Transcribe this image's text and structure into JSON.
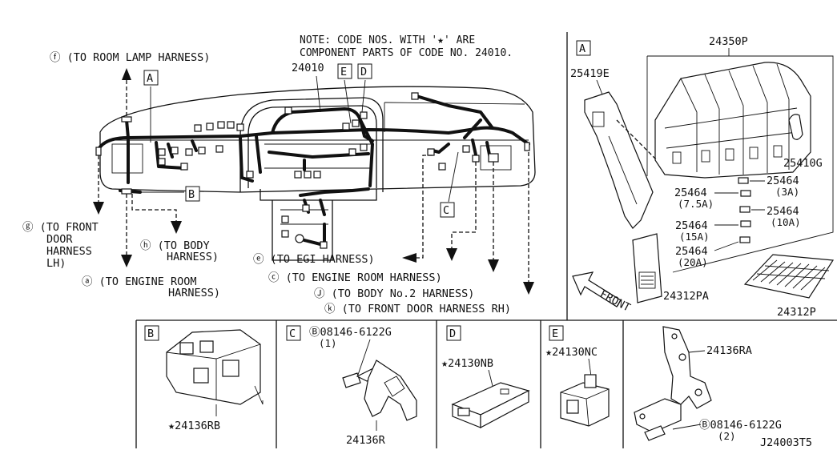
{
  "note": {
    "line1": "NOTE: CODE NOS. WITH '★' ARE",
    "line2": "COMPONENT PARTS OF CODE NO. 24010."
  },
  "main_part": "24010",
  "callouts": {
    "A": "A",
    "B": "B",
    "C": "C",
    "D": "D",
    "E": "E"
  },
  "harness_labels": {
    "f": "ⓕ (TO ROOM LAMP HARNESS)",
    "g1": "ⓖ (TO FRONT",
    "g2": "DOOR",
    "g3": "HARNESS",
    "g4": "LH)",
    "a1": "ⓐ (TO ENGINE ROOM",
    "a2": "HARNESS)",
    "h1": "ⓗ (TO BODY",
    "h2": "HARNESS)",
    "e": "ⓔ (TO EGI HARNESS)",
    "c": "ⓒ (TO ENGINE ROOM HARNESS)",
    "j": "Ⓙ (TO BODY No.2 HARNESS)",
    "k": "ⓚ (TO FRONT DOOR HARNESS RH)"
  },
  "panel_a": {
    "tag": "A",
    "p_24350P": "24350P",
    "p_25419E": "25419E",
    "p_25410G": "25410G",
    "p_25464a": "25464",
    "p_25464a_amp": "(3A)",
    "p_25464b": "25464",
    "p_25464b_amp": "(7.5A)",
    "p_25464c": "25464",
    "p_25464c_amp": "(10A)",
    "p_25464d": "25464",
    "p_25464d_amp": "(15A)",
    "p_25464e": "25464",
    "p_25464e_amp": "(20A)",
    "p_24312PA": "24312PA",
    "p_24312P": "24312P",
    "front": "FRONT"
  },
  "panel_b": {
    "tag": "B",
    "part": "★24136RB"
  },
  "panel_c": {
    "tag": "C",
    "bolt": "Ⓑ08146-6122G",
    "qty": "(1)",
    "part": "24136R"
  },
  "panel_d": {
    "tag": "D",
    "part": "★24130NB"
  },
  "panel_e": {
    "tag": "E",
    "part": "★24130NC"
  },
  "panel_f": {
    "part": "24136RA",
    "bolt": "Ⓑ08146-6122G",
    "qty": "(2)"
  },
  "diagram_id": "J24003T5"
}
